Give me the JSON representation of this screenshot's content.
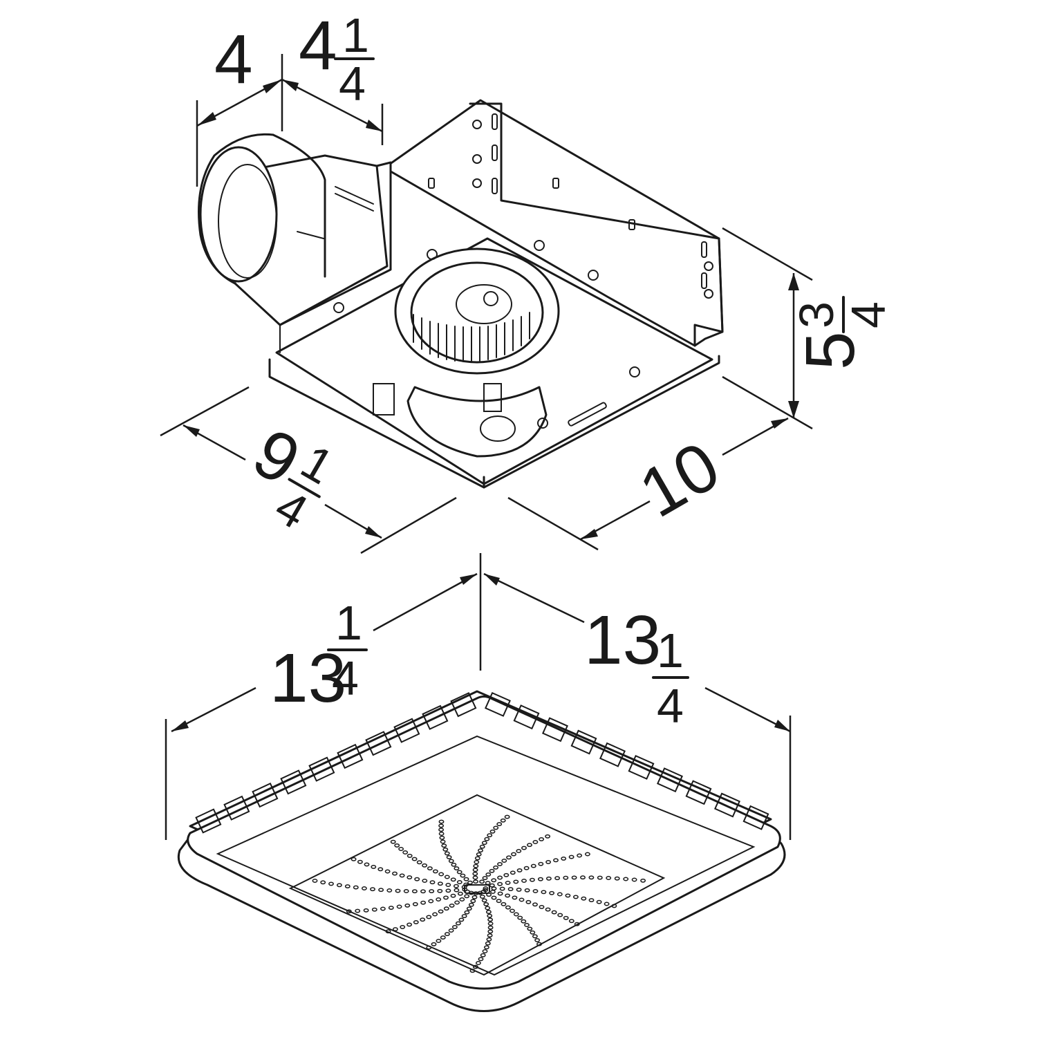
{
  "dimensions": {
    "duct_diameter": {
      "whole": "4",
      "numerator": "",
      "denominator": ""
    },
    "duct_length": {
      "whole": "4",
      "numerator": "1",
      "denominator": "4"
    },
    "height": {
      "whole": "5",
      "numerator": "3",
      "denominator": "4"
    },
    "housing_width": {
      "whole": "9",
      "numerator": "1",
      "denominator": "4"
    },
    "housing_depth": {
      "whole": "10",
      "numerator": "",
      "denominator": ""
    },
    "grille_width_left": {
      "whole": "13",
      "numerator": "1",
      "denominator": "4"
    },
    "grille_width_right": {
      "whole": "13",
      "numerator": "1",
      "denominator": "4"
    }
  },
  "colors": {
    "line": "#1a1a1a",
    "background": "#ffffff"
  }
}
